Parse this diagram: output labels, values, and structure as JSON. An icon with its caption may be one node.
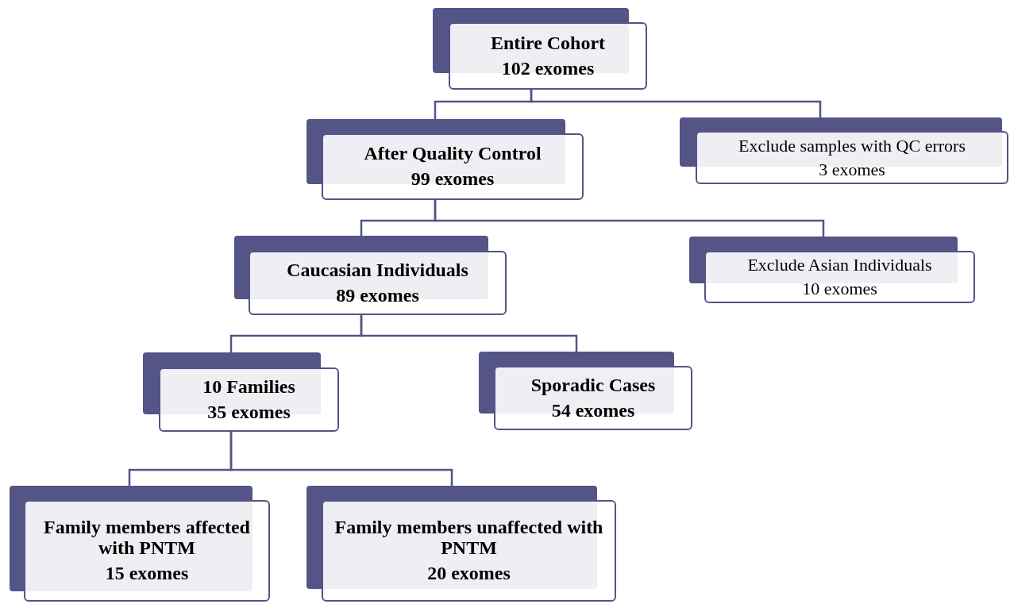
{
  "diagram": {
    "nodes": [
      {
        "text": [
          "Entire Cohort",
          "102 exomes"
        ]
      },
      {
        "text": [
          "After Quality Control",
          "99 exomes"
        ]
      },
      {
        "text": [
          "Exclude samples with QC errors",
          "3 exomes"
        ]
      },
      {
        "text": [
          "Caucasian Individuals",
          "89 exomes"
        ]
      },
      {
        "text": [
          "Exclude Asian Individuals",
          "10 exomes"
        ]
      },
      {
        "text": [
          "10 Families",
          "35 exomes"
        ]
      },
      {
        "text": [
          "Sporadic Cases",
          "54 exomes"
        ]
      },
      {
        "text": [
          "Family members affected with PNTM",
          "15 exomes"
        ]
      },
      {
        "text": [
          "Family members unaffected with PNTM",
          "20 exomes"
        ]
      }
    ],
    "edges": [
      {
        "from": 0,
        "to": 1,
        "arrow": "none"
      },
      {
        "from": 0,
        "to": 2,
        "arrow": "none"
      },
      {
        "from": 1,
        "to": 3,
        "arrow": "none"
      },
      {
        "from": 1,
        "to": 4,
        "arrow": "none"
      },
      {
        "from": 3,
        "to": 5,
        "arrow": "none"
      },
      {
        "from": 3,
        "to": 6,
        "arrow": "none"
      },
      {
        "from": 5,
        "to": 7,
        "arrow": "none"
      },
      {
        "from": 5,
        "to": 8,
        "arrow": "none"
      }
    ]
  }
}
